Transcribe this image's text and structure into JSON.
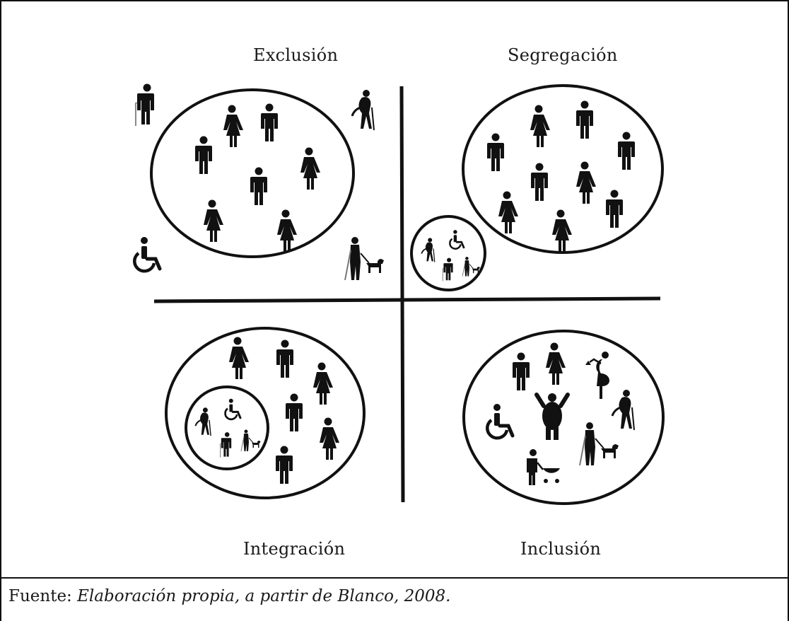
{
  "quadrants": {
    "exclusion": {
      "label": "Exclusión"
    },
    "segregation": {
      "label": "Segregación"
    },
    "integration": {
      "label": "Integración"
    },
    "inclusion": {
      "label": "Inclusión"
    }
  },
  "caption": {
    "prefix": "Fuente: ",
    "source": "Elaboración propia, a partir de Blanco, 2008."
  },
  "icons": {
    "man": "man-icon",
    "woman": "woman-icon",
    "elderly": "elderly-person-icon",
    "wheelchair": "wheelchair-icon",
    "blind_with_dog": "blind-person-with-guide-dog-icon",
    "cane_man": "man-with-cane-icon",
    "pregnant": "pregnant-woman-icon",
    "large_person": "large-person-icon",
    "stroller": "person-with-stroller-icon"
  },
  "colors": {
    "ink": "#111111"
  }
}
